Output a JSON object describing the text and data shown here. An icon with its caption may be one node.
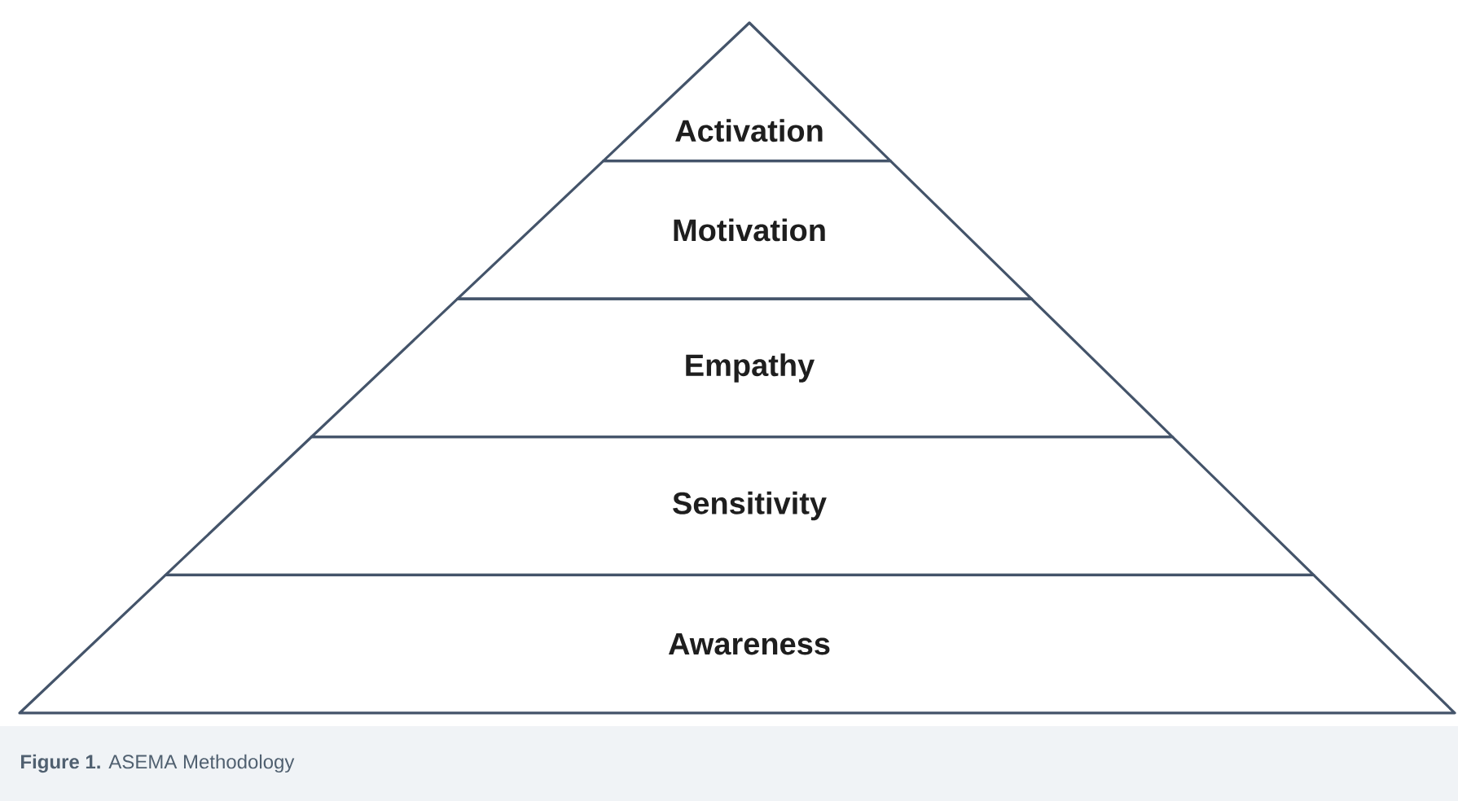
{
  "diagram": {
    "caption": "**Figure 1.** ASEMA Methodology",
    "nodes": [
      {
        "text": [
          "Activation"
        ]
      },
      {
        "text": [
          "Motivation"
        ]
      },
      {
        "text": [
          "Empathy"
        ]
      },
      {
        "text": [
          "Sensitivity"
        ]
      },
      {
        "text": [
          "Awareness"
        ]
      }
    ]
  }
}
